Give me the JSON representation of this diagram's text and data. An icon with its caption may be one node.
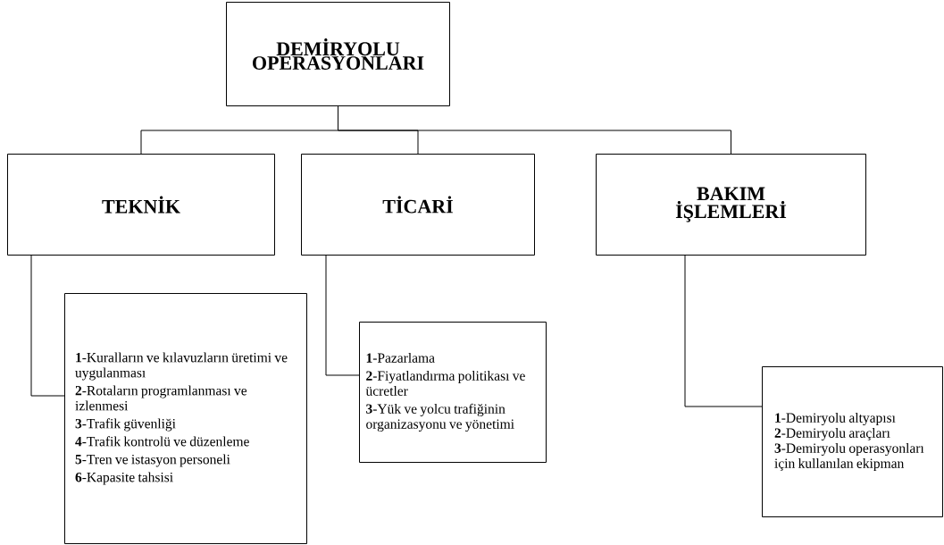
{
  "diagram": {
    "nodes": [
      {
        "text": [
          "DEMİRYOLU OPERASYONLARI"
        ]
      },
      {
        "text": [
          "TEKNİK"
        ]
      },
      {
        "text": [
          "TİCARİ"
        ]
      },
      {
        "text": [
          "BAKIM İŞLEMLERİ"
        ]
      },
      {
        "text": [
          "**1**-Kuralların ve kılavuzların üretimi ve uygulanması",
          "**2**-Rotaların programlanması ve izlenmesi",
          "**3**-Trafik güvenliği",
          "**4**-Trafik kontrolü ve düzenleme",
          "**5**-Tren ve istasyon personeli",
          "**6**-Kapasite tahsisi"
        ]
      },
      {
        "text": [
          "**1**-Pazarlama",
          "**2**-Fiyatlandırma politikası ve ücretler",
          "**3**-Yük ve yolcu trafiğinin organizasyonu ve yönetimi"
        ]
      },
      {
        "text": [
          "**1**-Demiryolu altyapısı",
          "**2**-Demiryolu araçları",
          "**3**-Demiryolu operasyonları için kullanılan ekipman"
        ]
      }
    ],
    "edges": [
      {
        "from": 0,
        "to": 1,
        "arrow": "none"
      },
      {
        "from": 0,
        "to": 2,
        "arrow": "none"
      },
      {
        "from": 0,
        "to": 3,
        "arrow": "none"
      },
      {
        "from": 1,
        "to": 4,
        "arrow": "none"
      },
      {
        "from": 2,
        "to": 5,
        "arrow": "none"
      },
      {
        "from": 3,
        "to": 6,
        "arrow": "none"
      }
    ]
  }
}
